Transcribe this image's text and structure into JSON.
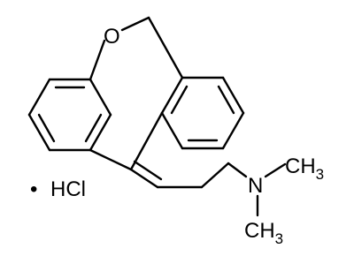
{
  "molecule": {
    "atoms": {
      "oxygen": "O",
      "nitrogen": "N",
      "methyl_top": {
        "symbol": "CH",
        "subscript": "3"
      },
      "methyl_bottom": {
        "symbol": "CH",
        "subscript": "3"
      }
    },
    "salt": {
      "dot": "•",
      "label": "HCl"
    }
  },
  "colors": {
    "ink": "#000000",
    "background": "#ffffff"
  }
}
